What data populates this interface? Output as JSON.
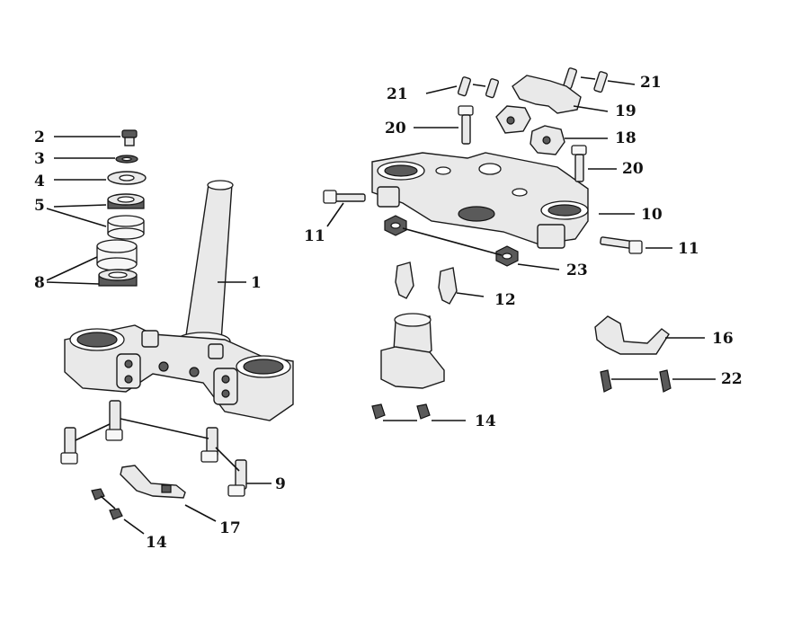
{
  "callouts": {
    "c1": "1",
    "c2": "2",
    "c3": "3",
    "c4": "4",
    "c5": "5",
    "c8": "8",
    "c9": "9",
    "c10": "10",
    "c11a": "11",
    "c11b": "11",
    "c12": "12",
    "c14a": "14",
    "c14b": "14",
    "c16": "16",
    "c17": "17",
    "c18": "18",
    "c19": "19",
    "c20a": "20",
    "c20b": "20",
    "c21a": "21",
    "c21b": "21",
    "c22": "22",
    "c23": "23"
  }
}
